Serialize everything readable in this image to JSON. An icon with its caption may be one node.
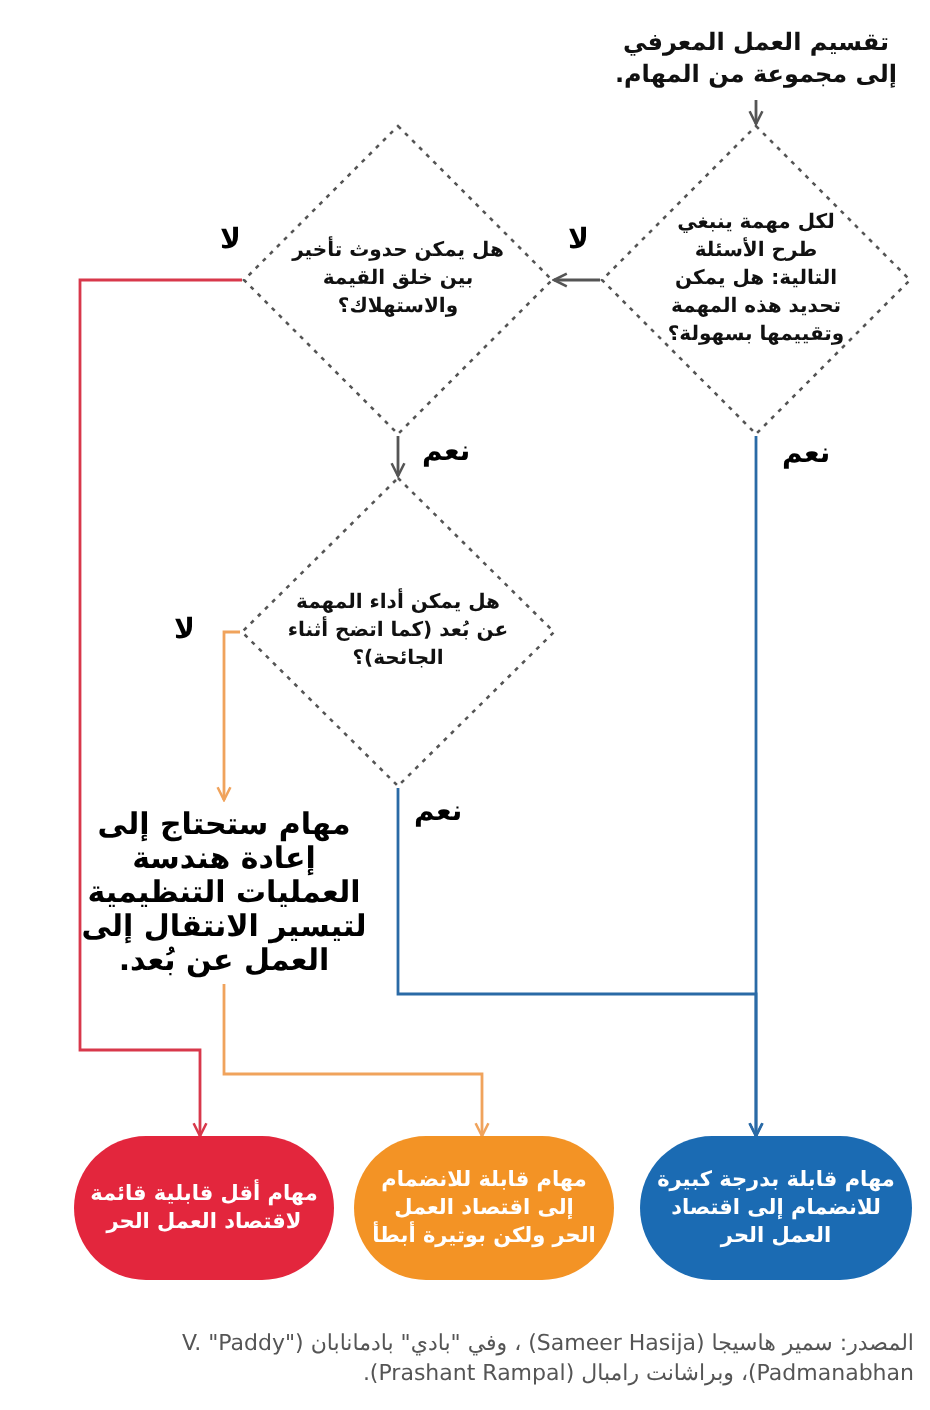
{
  "diagram": {
    "nodes": [
      {
        "text": [
          "تقسيم العمل المعرفي إلى مجموعة من المهام."
        ]
      },
      {
        "text": [
          "لكل مهمة ينبغي طرح الأسئلة التالية: هل يمكن تحديد هذه المهمة وتقييمها بسهولة؟"
        ]
      },
      {
        "text": [
          "هل يمكن حدوث تأخير بين خلق القيمة والاستهلاك؟"
        ]
      },
      {
        "text": [
          "هل يمكن أداء المهمة عن بُعد (كما اتضح أثناء الجائحة)؟"
        ]
      },
      {
        "text": [
          "مهام ستحتاج إلى إعادة هندسة العمليات التنظيمية لتيسير الانتقال إلى العمل عن بُعد."
        ]
      },
      {
        "text": [
          "مهام أقل قابلية قائمة لاقتصاد العمل الحر"
        ]
      },
      {
        "text": [
          "مهام قابلة للانضمام إلى اقتصاد العمل الحر ولكن بوتيرة أبطأ"
        ]
      },
      {
        "text": [
          "مهام قابلة بدرجة كبيرة للانضمام إلى اقتصاد العمل الحر"
        ]
      }
    ],
    "edges": [
      {
        "from": 0,
        "to": 1,
        "arrow": "to"
      },
      {
        "from": 1,
        "to": 2,
        "arrow": "to",
        "label": "لا"
      },
      {
        "from": 1,
        "to": 7,
        "arrow": "to",
        "label": "نعم",
        "color": "#2a6aa6"
      },
      {
        "from": 2,
        "to": 3,
        "arrow": "to",
        "label": "نعم"
      },
      {
        "from": 2,
        "to": 5,
        "arrow": "to",
        "label": "لا",
        "color": "#d8384b"
      },
      {
        "from": 3,
        "to": 4,
        "arrow": "to",
        "label": "لا",
        "color": "#f0a35c"
      },
      {
        "from": 4,
        "to": 6,
        "arrow": "to",
        "color": "#f0a35c"
      },
      {
        "from": 3,
        "to": 7,
        "arrow": "to",
        "label": "نعم",
        "color": "#2a6aa6"
      }
    ],
    "caption": "المصدر: سمير هاسيجا (Sameer Hasija) ، وفي \"بادي\" بادمانابان (V. \"Paddy\" Padmanabhan)، وبراشانت رامبال (Prashant Rampal)."
  }
}
